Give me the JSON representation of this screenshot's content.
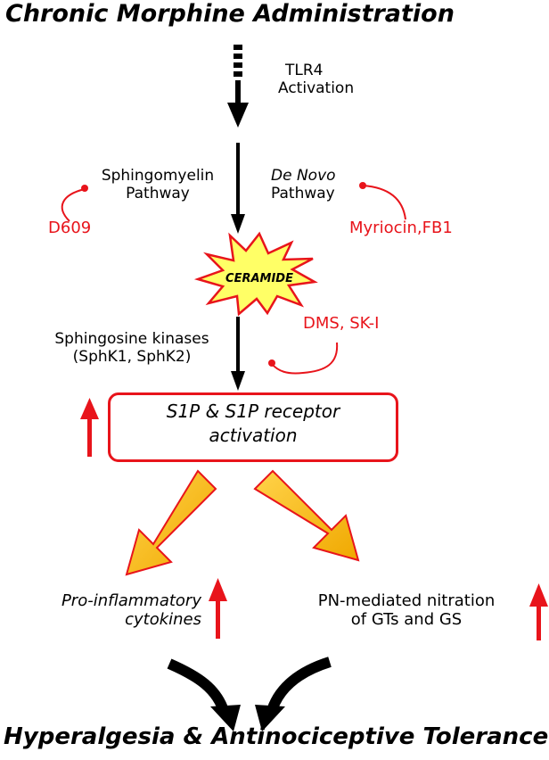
{
  "title_top": "Chronic Morphine Administration",
  "tlr4": {
    "line1": "TLR4",
    "line2": "Activation"
  },
  "sphingomyelin": {
    "line1": "Sphingomyelin",
    "line2": "Pathway"
  },
  "de_novo": {
    "line1": "De Novo",
    "line2": "Pathway"
  },
  "inhibitors": {
    "d609": "D609",
    "myriocin": "Myriocin,FB1",
    "dms": "DMS, SK-I"
  },
  "ceramide": "CERAMIDE",
  "sphingosine_kinases": {
    "line1": "Sphingosine kinases",
    "line2": "(SphK1, SphK2)"
  },
  "s1p": {
    "line1": "S1P & S1P receptor",
    "line2": "activation"
  },
  "cytokines": {
    "line1": "Pro-inflammatory",
    "line2": "cytokines"
  },
  "nitration": {
    "line1": "PN-mediated nitration",
    "line2": "of GTs and GS"
  },
  "title_bottom": "Hyperalgesia & Antinociceptive Tolerance",
  "colors": {
    "inhibitor_red": "#e8141b",
    "arrow_orange_fill": "#f5c200",
    "arrow_orange_stroke": "#e87a00",
    "star_fill": "#ffff66",
    "star_stroke": "#e8141b"
  }
}
